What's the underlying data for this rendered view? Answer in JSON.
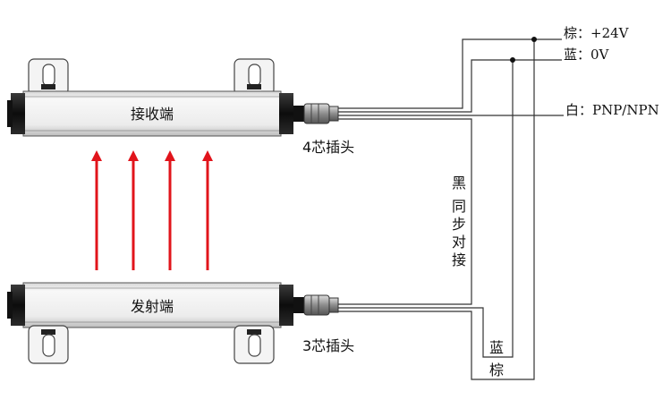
{
  "receiver": {
    "label": "接收端",
    "plug_label": "4芯插头"
  },
  "emitter": {
    "label": "发射端",
    "plug_label": "3芯插头"
  },
  "wires": {
    "brown": "棕：+24V",
    "blue": "蓝：0V",
    "white": "白：PNP/NPN"
  },
  "sync_note": [
    "黑",
    "同",
    "步",
    "对",
    "接"
  ],
  "bottom_labels": {
    "blue": "蓝",
    "brown": "棕"
  },
  "colors": {
    "beam_arrow": "#e1141b",
    "housing": "#eeeeee",
    "end_cap": "#151515"
  }
}
